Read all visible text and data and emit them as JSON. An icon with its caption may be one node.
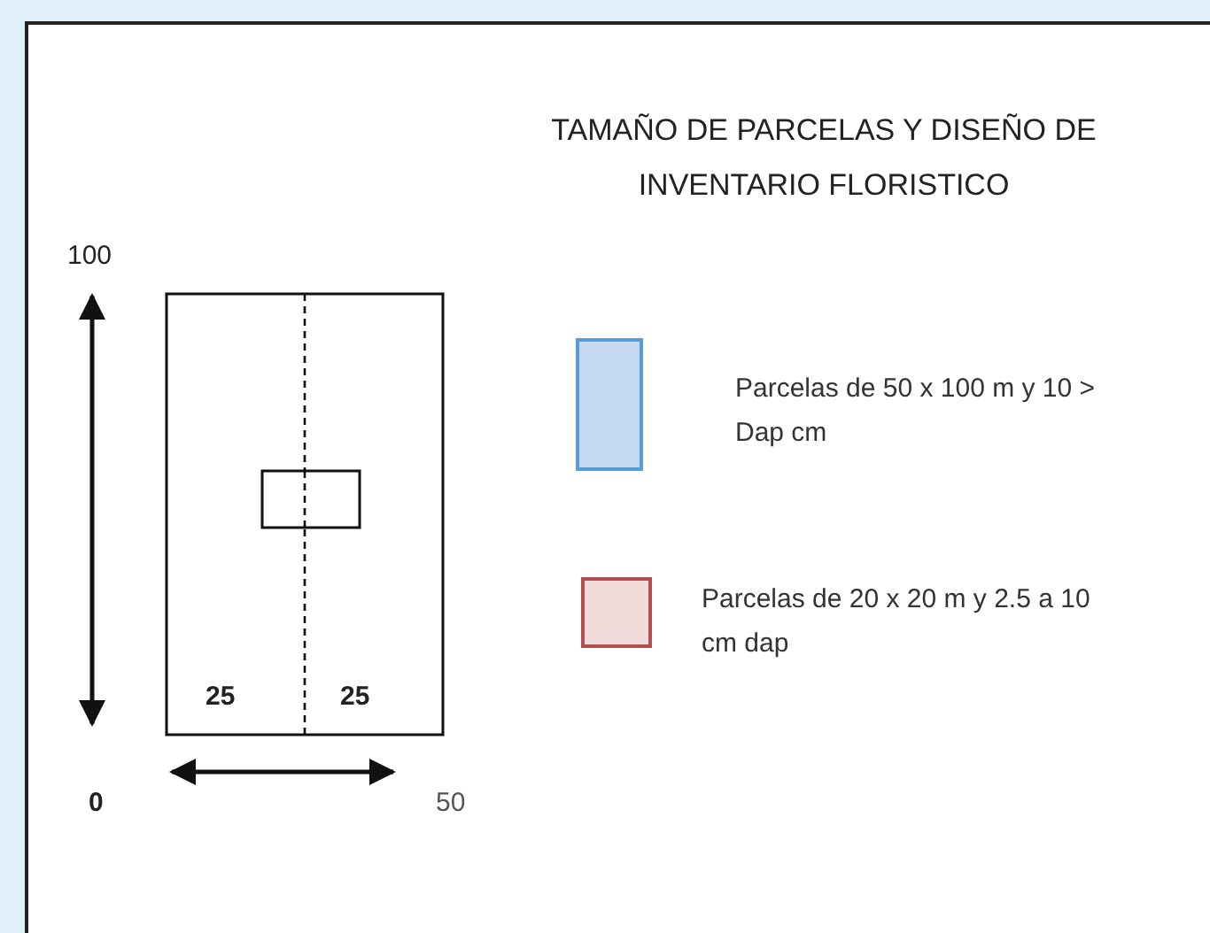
{
  "diagram": {
    "title": "TAMAÑO DE PARCELAS Y DISEÑO DE INVENTARIO FLORISTICO",
    "labels": [
      "100",
      "25",
      "25",
      "0",
      "50"
    ],
    "legend": [
      {
        "text": "Parcelas de 50 x 100 m y 10 > Dap cm",
        "color": "#c5d9f1"
      },
      {
        "text": "Parcelas de 20 x 20 m y 2.5 a 10 cm dap",
        "color": "#f2dcdb"
      }
    ]
  }
}
